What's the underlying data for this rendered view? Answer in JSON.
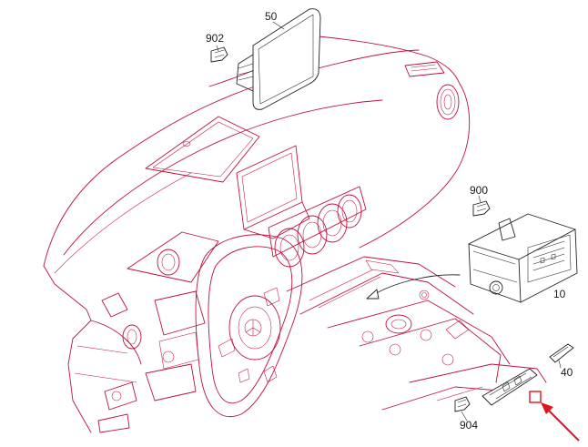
{
  "labels": {
    "display": "50",
    "display_connector": "902",
    "control_unit": "900",
    "control_unit_body": "10",
    "switch_part": "40",
    "lower_connector": "904"
  },
  "colors": {
    "line_art": "#c0103c",
    "part_art": "#222222",
    "pointer_arrow": "#e0141e"
  }
}
